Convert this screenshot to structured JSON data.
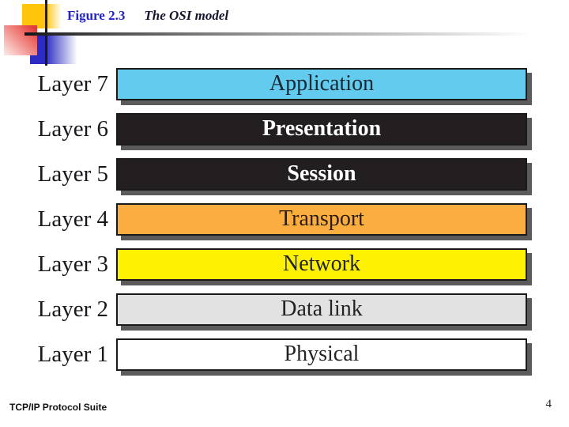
{
  "slide": {
    "header": {
      "figure_label": "Figure 2.3",
      "figure_title": "The OSI model"
    },
    "layers": [
      {
        "label": "Layer 7",
        "name": "Application",
        "bg": "#63cbee",
        "fg": "#1b2733",
        "bold": false
      },
      {
        "label": "Layer 6",
        "name": "Presentation",
        "bg": "#231f20",
        "fg": "#ffffff",
        "bold": true
      },
      {
        "label": "Layer 5",
        "name": "Session",
        "bg": "#231f20",
        "fg": "#ffffff",
        "bold": true
      },
      {
        "label": "Layer 4",
        "name": "Transport",
        "bg": "#faae40",
        "fg": "#2e1c0e",
        "bold": false
      },
      {
        "label": "Layer 3",
        "name": "Network",
        "bg": "#fff200",
        "fg": "#20242a",
        "bold": false
      },
      {
        "label": "Layer 2",
        "name": "Data link",
        "bg": "#e2e2e2",
        "fg": "#232323",
        "bold": false
      },
      {
        "label": "Layer 1",
        "name": "Physical",
        "bg": "#ffffff",
        "fg": "#232323",
        "bold": false
      }
    ],
    "footer": {
      "left": "TCP/IP Protocol Suite",
      "page_number": "4"
    },
    "colors": {
      "figure_label": "#2323cb",
      "figure_title": "#14142e",
      "bar_border": "#1a1a1a",
      "bar_shadow": "#5b5b5b",
      "logo_yellow": "#ffc40c",
      "logo_red": "#e23b38",
      "logo_blue": "#2b2bc4"
    }
  }
}
